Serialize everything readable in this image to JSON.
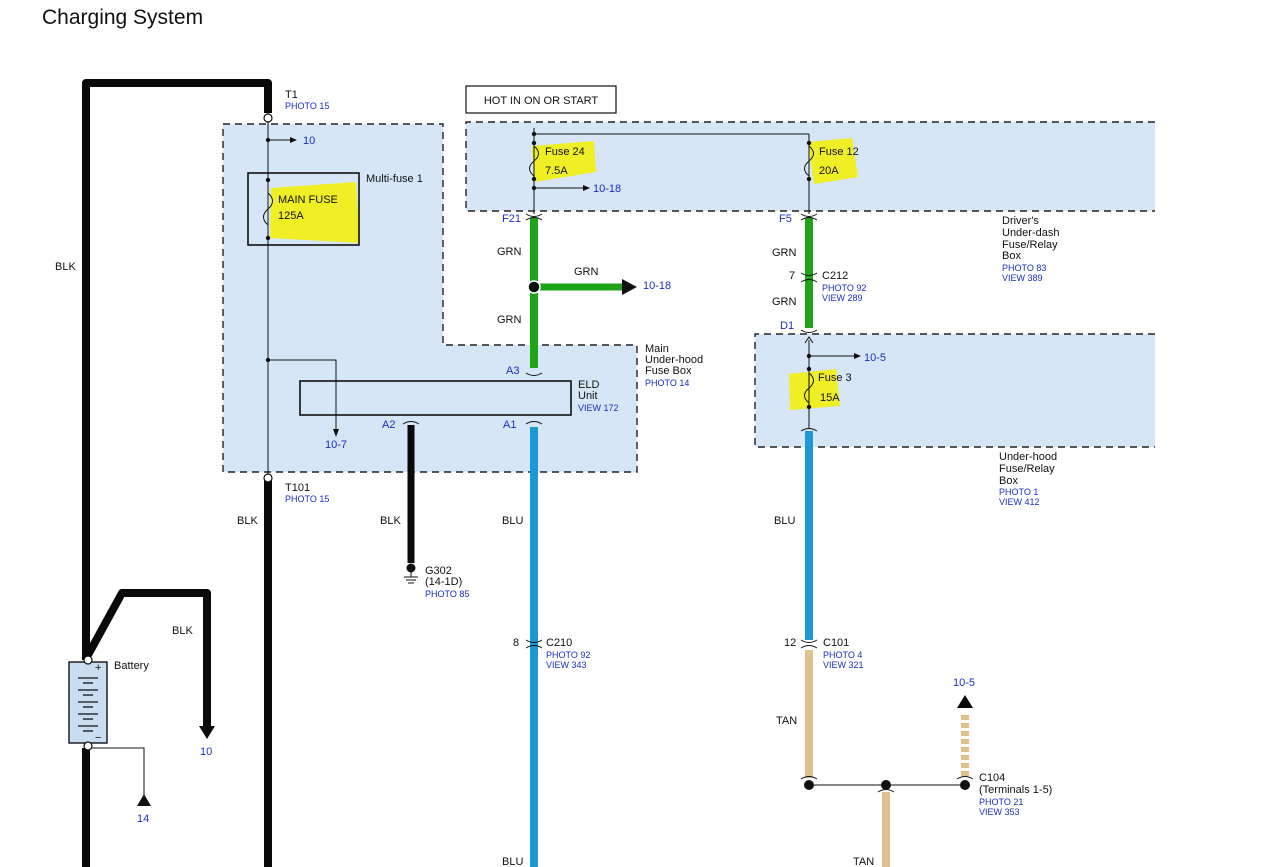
{
  "title": "Charging System",
  "hot_note": "HOT IN ON OR START",
  "wire_colors": {
    "BLK": "#0a0a0a",
    "GRN": "#1fa319",
    "BLU": "#1c9ad6",
    "TAN": "#e0c08c"
  },
  "highlight_color": "#f5f000",
  "fuse_box_fill": "#d6e6f6",
  "labels": {
    "t1": "T1",
    "t1_ref": "PHOTO 15",
    "t101": "T101",
    "t101_ref": "PHOTO 15",
    "multifuse": "Multi-fuse 1",
    "main_fuse": "MAIN FUSE",
    "main_fuse_rating": "125A",
    "main_box_1": "Main",
    "main_box_2": "Under-hood",
    "main_box_3": "Fuse Box",
    "main_box_ref": "PHOTO 14",
    "eld_1": "ELD",
    "eld_2": "Unit",
    "eld_ref": "VIEW 172",
    "fuse24": "Fuse 24",
    "fuse24_rating": "7.5A",
    "fuse12": "Fuse 12",
    "fuse12_rating": "20A",
    "fuse3": "Fuse 3",
    "fuse3_rating": "15A",
    "driver_box_1": "Driver's",
    "driver_box_2": "Under-dash",
    "driver_box_3": "Fuse/Relay",
    "driver_box_4": "Box",
    "driver_box_ref1": "PHOTO 83",
    "driver_box_ref2": "VIEW 389",
    "uh_box_1": "Under-hood",
    "uh_box_2": "Fuse/Relay",
    "uh_box_3": "Box",
    "uh_box_ref1": "PHOTO 1",
    "uh_box_ref2": "VIEW 412",
    "battery": "Battery",
    "g302": "G302",
    "g302_sub": "(14-1D)",
    "g302_ref": "PHOTO 85",
    "c212": "C212",
    "c212_pin": "7",
    "c212_ref1": "PHOTO 92",
    "c212_ref2": "VIEW 289",
    "c210": "C210",
    "c210_pin": "8",
    "c210_ref1": "PHOTO 92",
    "c210_ref2": "VIEW 343",
    "c101": "C101",
    "c101_pin": "12",
    "c101_ref1": "PHOTO 4",
    "c101_ref2": "VIEW 321",
    "c104": "C104",
    "c104_sub": "(Terminals 1-5)",
    "c104_ref1": "PHOTO 21",
    "c104_ref2": "VIEW 353"
  },
  "pins": {
    "f21": "F21",
    "f5": "F5",
    "d1": "D1",
    "a3": "A3",
    "a2": "A2",
    "a1": "A1"
  },
  "links": {
    "mf_out": "10",
    "mf_down": "10-7",
    "fuse24_out": "10-18",
    "grn_splice_out": "10-18",
    "fuse3_out": "10-5",
    "c104_up": "10-5",
    "batt_blk": "10",
    "batt_neg": "14"
  },
  "wires": {
    "blk_left": "BLK",
    "blk_t101": "BLK",
    "blk_batt": "BLK",
    "blk_g302": "BLK",
    "grn_f21": "GRN",
    "grn_splice": "GRN",
    "grn_a3": "GRN",
    "grn_f5": "GRN",
    "grn_d1": "GRN",
    "blu_a1": "BLU",
    "blu_a1_bottom": "BLU",
    "blu_fuse3": "BLU",
    "tan_c101": "TAN",
    "tan_bottom": "TAN"
  }
}
